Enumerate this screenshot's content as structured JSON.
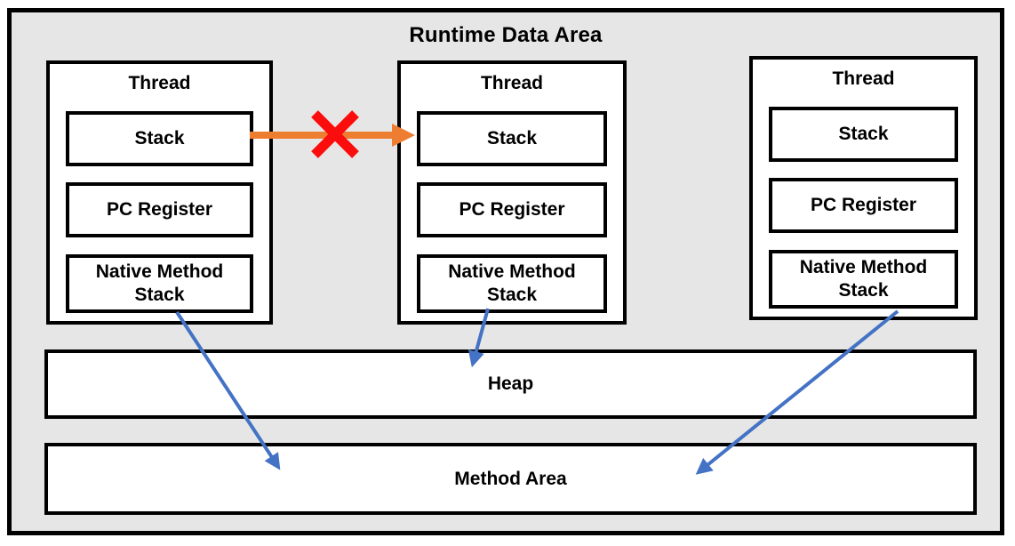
{
  "diagram": {
    "title": "Runtime Data Area",
    "threads": [
      {
        "label": "Thread",
        "components": [
          "Stack",
          "PC Register",
          "Native Method Stack"
        ]
      },
      {
        "label": "Thread",
        "components": [
          "Stack",
          "PC Register",
          "Native Method Stack"
        ]
      },
      {
        "label": "Thread",
        "components": [
          "Stack",
          "PC Register",
          "Native Method Stack"
        ]
      }
    ],
    "shared_areas": [
      {
        "label": "Heap"
      },
      {
        "label": "Method Area"
      }
    ]
  },
  "colors": {
    "frame_background": "#E7E6E6",
    "box_border": "#000000",
    "orange_arrow": "#ED7D31",
    "red_cross": "#FB0D0D",
    "blue_arrow": "#4472C4"
  }
}
